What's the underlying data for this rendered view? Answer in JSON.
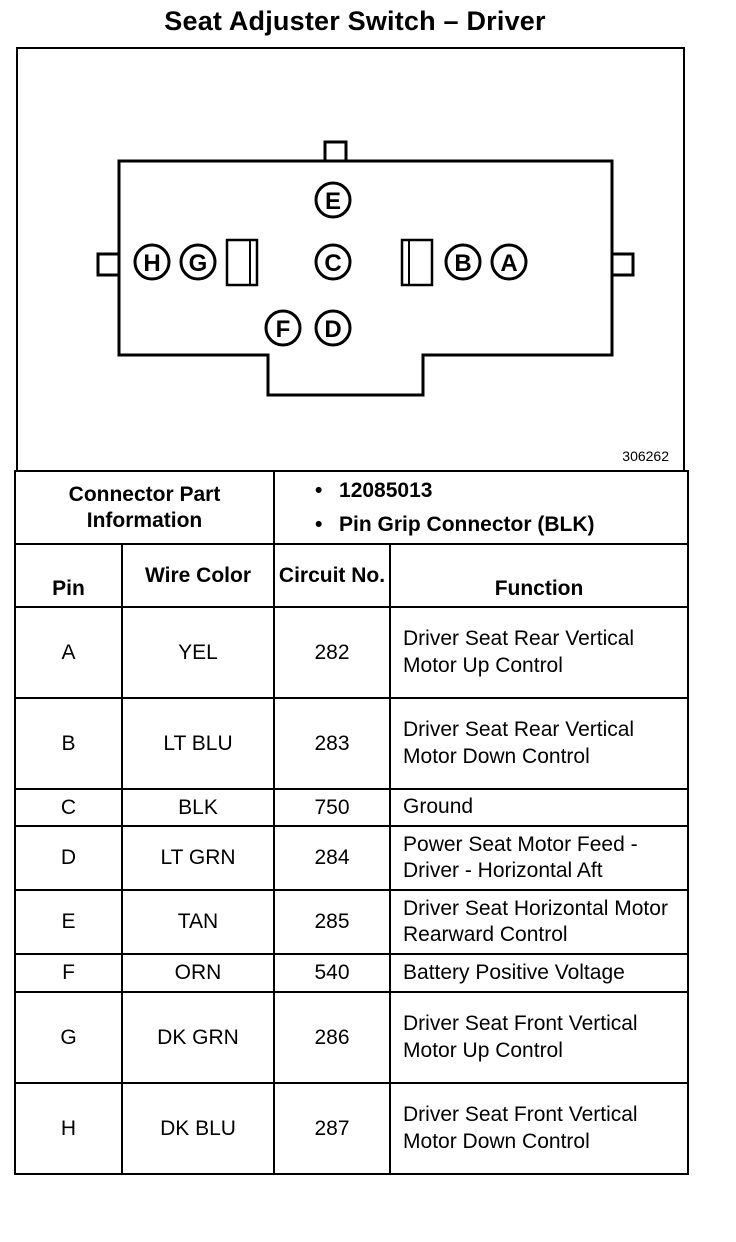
{
  "title": "Seat Adjuster Switch – Driver",
  "figure_id": "306262",
  "connector_pins": {
    "E": "E",
    "H": "H",
    "G": "G",
    "C": "C",
    "B": "B",
    "A": "A",
    "F": "F",
    "D": "D"
  },
  "connector_info": {
    "label": "Connector Part Information",
    "bullet_symbol": "•",
    "items": [
      "12085013",
      "Pin Grip Connector (BLK)"
    ]
  },
  "columns": {
    "pin": "Pin",
    "wire_color": "Wire Color",
    "circuit_no": "Circuit No.",
    "function": "Function"
  },
  "rows": [
    {
      "pin": "A",
      "wire_color": "YEL",
      "circuit": "282",
      "function": "Driver Seat Rear Vertical Motor Up Control"
    },
    {
      "pin": "B",
      "wire_color": "LT BLU",
      "circuit": "283",
      "function": "Driver Seat Rear Vertical Motor Down Control"
    },
    {
      "pin": "C",
      "wire_color": "BLK",
      "circuit": "750",
      "function": "Ground"
    },
    {
      "pin": "D",
      "wire_color": "LT GRN",
      "circuit": "284",
      "function": "Power Seat Motor Feed - Driver - Horizontal Aft"
    },
    {
      "pin": "E",
      "wire_color": "TAN",
      "circuit": "285",
      "function": "Driver Seat Horizontal Motor Rearward Control"
    },
    {
      "pin": "F",
      "wire_color": "ORN",
      "circuit": "540",
      "function": "Battery Positive Voltage"
    },
    {
      "pin": "G",
      "wire_color": "DK GRN",
      "circuit": "286",
      "function": "Driver Seat Front Vertical Motor Up Control"
    },
    {
      "pin": "H",
      "wire_color": "DK BLU",
      "circuit": "287",
      "function": "Driver Seat Front Vertical Motor Down Control"
    }
  ]
}
